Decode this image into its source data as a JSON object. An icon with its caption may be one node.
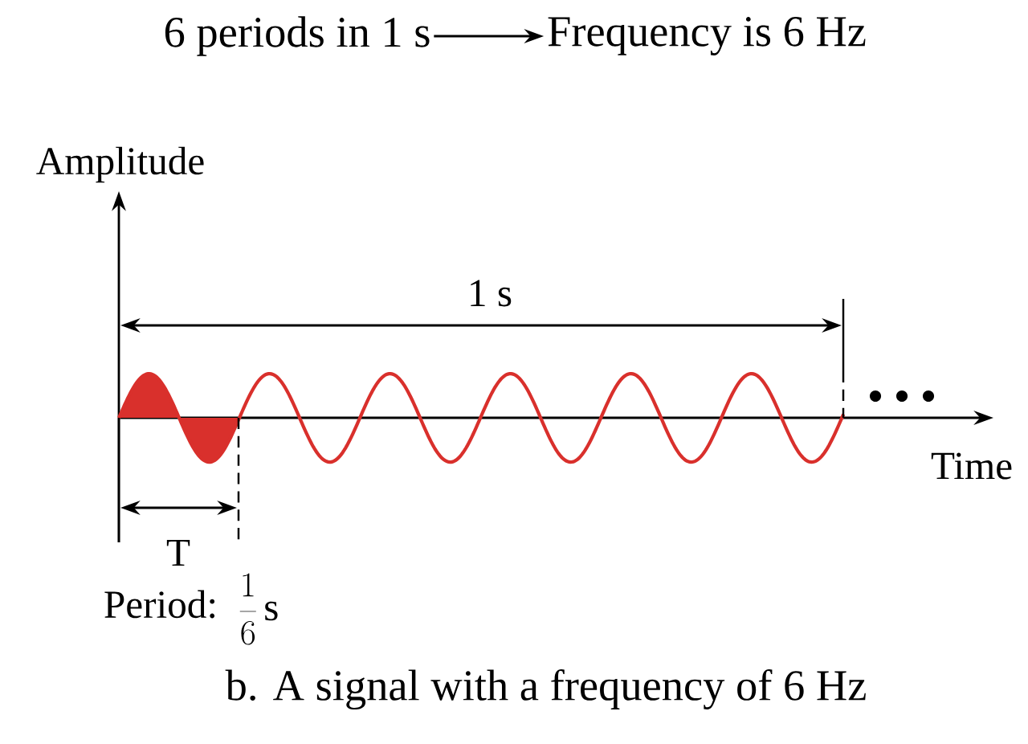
{
  "diagram": {
    "nodes": [
      {
        "text": [
          "6 periods in 1 s"
        ]
      },
      {
        "text": [
          "Frequency is 6 Hz"
        ]
      }
    ],
    "edges": [
      {
        "from": 0,
        "to": 1,
        "arrow": "to"
      }
    ],
    "labels": [
      "Amplitude",
      "1 s",
      "Time",
      "T",
      "Period:",
      "\\frac{1}{6}\\,\\mathrm{s}"
    ],
    "caption": "b. A signal with a frequency of 6 Hz"
  }
}
